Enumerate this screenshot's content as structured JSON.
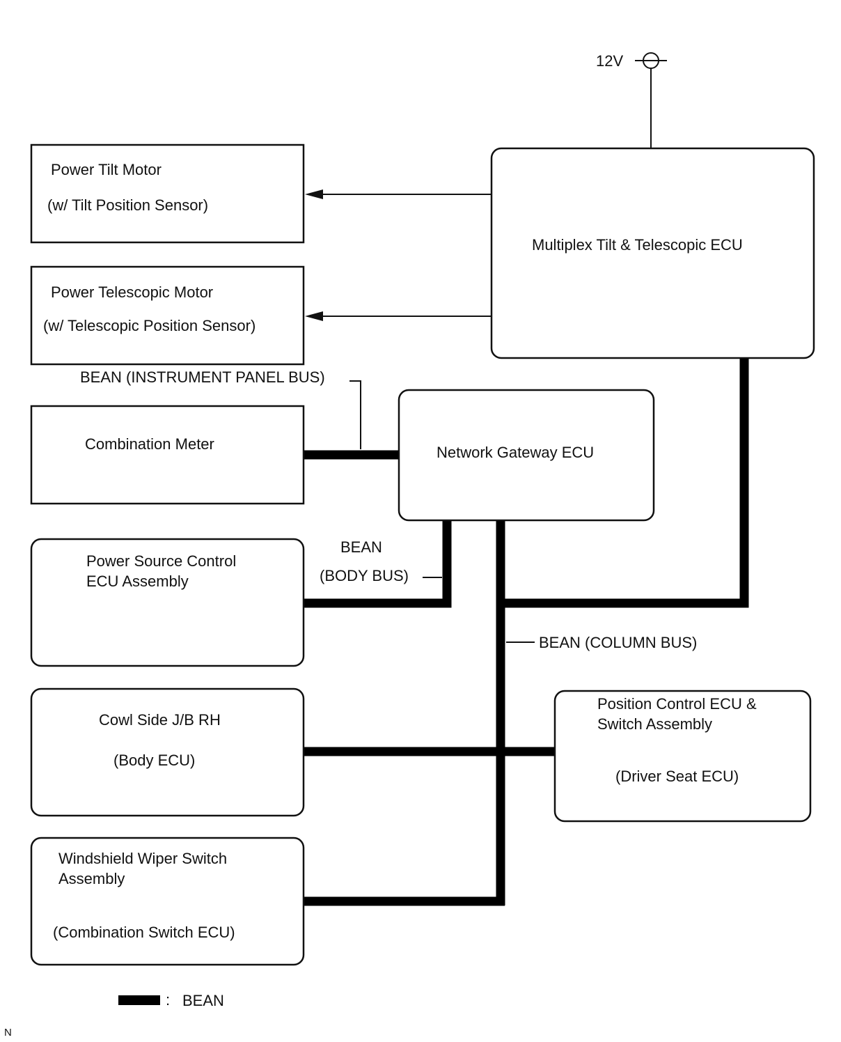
{
  "supply": {
    "label": "12V"
  },
  "components": {
    "power_tilt_motor": {
      "line1": "Power Tilt Motor",
      "line2": "(w/ Tilt Position Sensor)"
    },
    "power_telescopic_motor": {
      "line1": "Power Telescopic Motor",
      "line2": "(w/ Telescopic Position Sensor)"
    },
    "multiplex_ecu": {
      "line1": "Multiplex Tilt & Telescopic ECU"
    },
    "combination_meter": {
      "line1": "Combination Meter"
    },
    "network_gateway_ecu": {
      "line1": "Network Gateway ECU"
    },
    "power_source_control_ecu": {
      "line1": "Power Source Control",
      "line2": "ECU Assembly"
    },
    "cowl_side_jb": {
      "line1": "Cowl Side J/B RH",
      "line2": "(Body ECU)"
    },
    "position_control_ecu": {
      "line1": "Position Control ECU &",
      "line2": "Switch Assembly",
      "line3": "(Driver Seat ECU)"
    },
    "windshield_wiper_switch": {
      "line1": "Windshield Wiper Switch",
      "line2": "Assembly",
      "line3": "(Combination Switch ECU)"
    }
  },
  "buses": {
    "instrument_panel": "BEAN (INSTRUMENT PANEL BUS)",
    "body_line1": "BEAN",
    "body_line2": "(BODY BUS)",
    "column": "BEAN (COLUMN BUS)"
  },
  "legend": {
    "separator": ":",
    "label": "BEAN"
  },
  "corner_mark": "N"
}
